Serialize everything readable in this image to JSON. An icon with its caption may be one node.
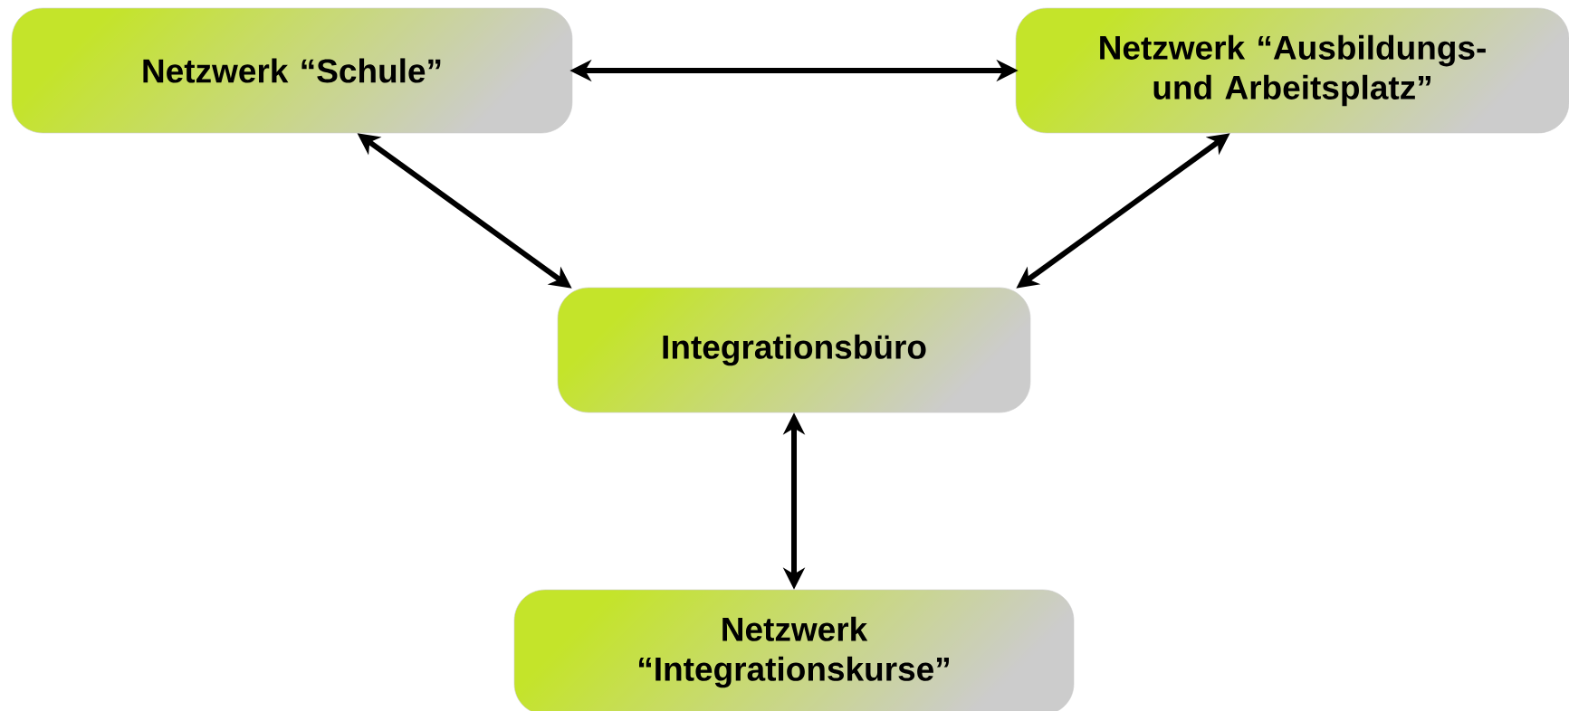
{
  "diagram": {
    "nodes": [
      {
        "text": [
          "Netzwerk “Schule”"
        ]
      },
      {
        "text": [
          "Netzwerk “Ausbildungs- und Arbeitsplatz”"
        ]
      },
      {
        "text": [
          "Integrationsbüro"
        ]
      },
      {
        "text": [
          "Netzwerk “Integrationskurse”"
        ]
      }
    ],
    "edges": [
      {
        "from": 0,
        "to": 1,
        "arrow": "both"
      },
      {
        "from": 0,
        "to": 2,
        "arrow": "both"
      },
      {
        "from": 1,
        "to": 2,
        "arrow": "both"
      },
      {
        "from": 2,
        "to": 3,
        "arrow": "both"
      }
    ]
  }
}
